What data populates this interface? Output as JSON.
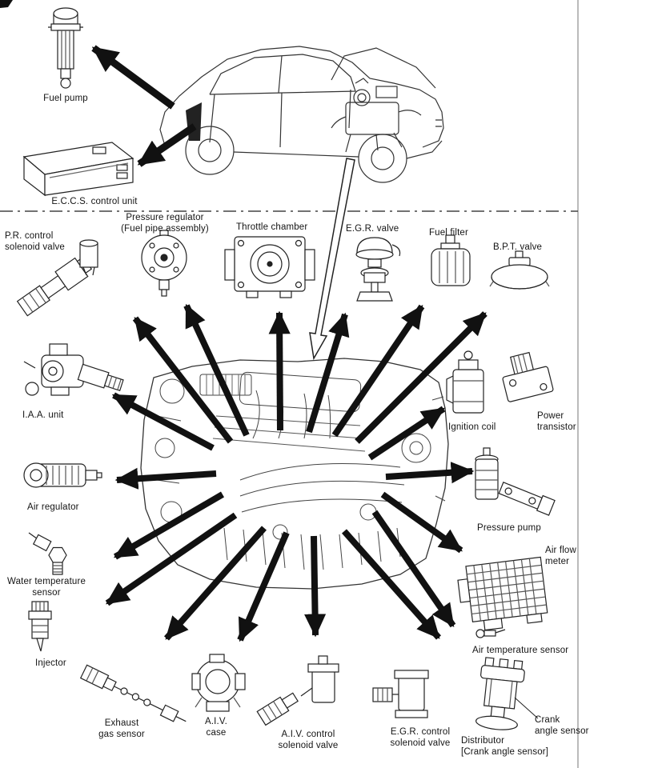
{
  "figure": {
    "kind": "engine component location diagram",
    "paper_color": "#ffffff",
    "ink_color": "#141414"
  },
  "labels": {
    "fuel_pump": "Fuel pump",
    "eccs_control_unit": "E.C.C.S. control unit",
    "pr_control": "P.R. control\nsolenoid valve",
    "pressure_regulator": "Pressure regulator\n(Fuel pipe assembly)",
    "throttle_chamber": "Throttle chamber",
    "egr_valve": "E.G.R. valve",
    "fuel_filter": "Fuel filter",
    "bpt_valve": "B.P.T. valve",
    "ignition_coil": "Ignition coil",
    "power_transistor": "Power\ntransistor",
    "iaa_unit": "I.A.A. unit",
    "air_regulator": "Air regulator",
    "pressure_pump": "Pressure pump",
    "air_flow_meter": "Air flow\nmeter",
    "water_temperature_sensor": "Water temperature\nsensor",
    "air_temperature_sensor": "Air temperature sensor",
    "injector": "Injector",
    "exhaust_gas_sensor": "Exhaust\ngas sensor",
    "aiv_case": "A.I.V.\ncase",
    "aiv_control": "A.I.V. control\nsolenoid valve",
    "egr_control": "E.G.R. control\nsolenoid valve",
    "distributor": "Distributor\n[Crank angle sensor]",
    "crank_angle_sensor": "Crank\nangle sensor"
  }
}
